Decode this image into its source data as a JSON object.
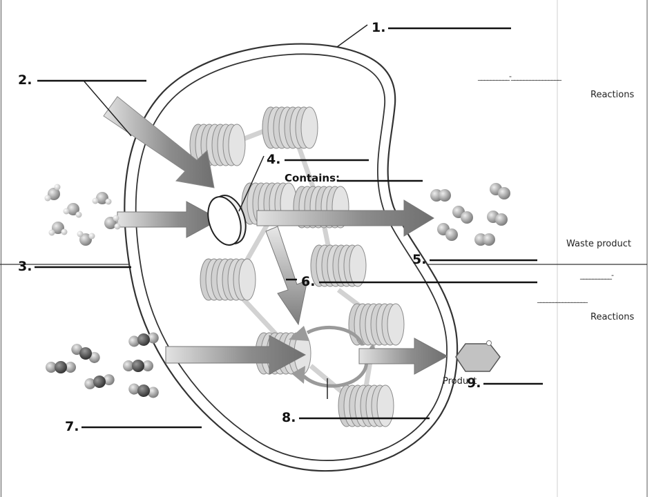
{
  "labels": {
    "n1": "1.",
    "n2": "2.",
    "n3": "3.",
    "n4": "4.",
    "n5": "5.",
    "n6": "6.",
    "n7": "7.",
    "n8": "8.",
    "n9": "9.",
    "contains": "Contains:"
  },
  "side_panel": {
    "blank_top": "__________-________________",
    "reactions_top": "Reactions",
    "waste_product": "Waste product",
    "blank_mid_a": "__________-",
    "blank_mid_b": "________________",
    "reactions_bottom": "Reactions"
  },
  "product_label": "Product",
  "colors": {
    "membrane": "#333333",
    "arrow": "#9a9a9a",
    "stack": "#d6d6d6",
    "molecule": "#8a8a8a"
  }
}
